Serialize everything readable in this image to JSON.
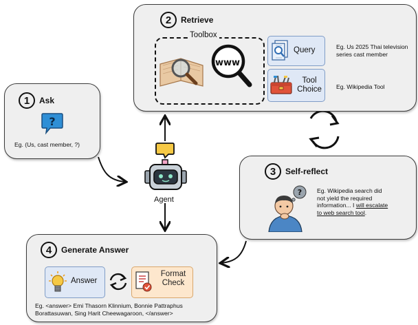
{
  "steps": {
    "ask": {
      "number": "1",
      "title": "Ask",
      "example": "Eg.  (Us, cast member, ?)"
    },
    "retrieve": {
      "number": "2",
      "title": "Retrieve",
      "toolbox_label": "Toolbox",
      "www_text": "www",
      "query_label": "Query",
      "query_example": "Eg. Us 2025 Thai television series cast member",
      "tool_choice_label_1": "Tool",
      "tool_choice_label_2": "Choice",
      "tool_choice_example": "Eg. Wikipedia Tool"
    },
    "self_reflect": {
      "number": "3",
      "title": "Self-reflect",
      "text_1": "Eg. Wikipedia search did",
      "text_2": "not yield the required",
      "text_3_plain": "information... I ",
      "text_3_underlined": "will escalate",
      "text_4_underlined": "to web search tool",
      "text_4_end": "."
    },
    "generate": {
      "number": "4",
      "title": "Generate Answer",
      "answer_label": "Answer",
      "format_label_1": "Format",
      "format_label_2": "Check",
      "example_1": "Eg. <answer> Emi Thasorn Klinnium, Bonnie Pattraphus",
      "example_2": "Borattasuwan, Sing Harit Cheewagaroon, </answer>"
    }
  },
  "agent": {
    "label": "Agent"
  },
  "colors": {
    "panel_bg": "#efefef",
    "chip_blue": "#dfe8f6",
    "chip_orange": "#fde7cd",
    "speech_blue": "#2f8fd6",
    "agent_yellow": "#f6c945",
    "agent_pink": "#f4a6c8"
  },
  "icons": [
    "question-bubble-icon",
    "book-magnifier-icon",
    "www-magnifier-icon",
    "query-document-icon",
    "toolbox-icon",
    "cycle-arrows-icon",
    "thinking-person-icon",
    "robot-agent-icon",
    "lightbulb-icon",
    "format-check-icon"
  ]
}
